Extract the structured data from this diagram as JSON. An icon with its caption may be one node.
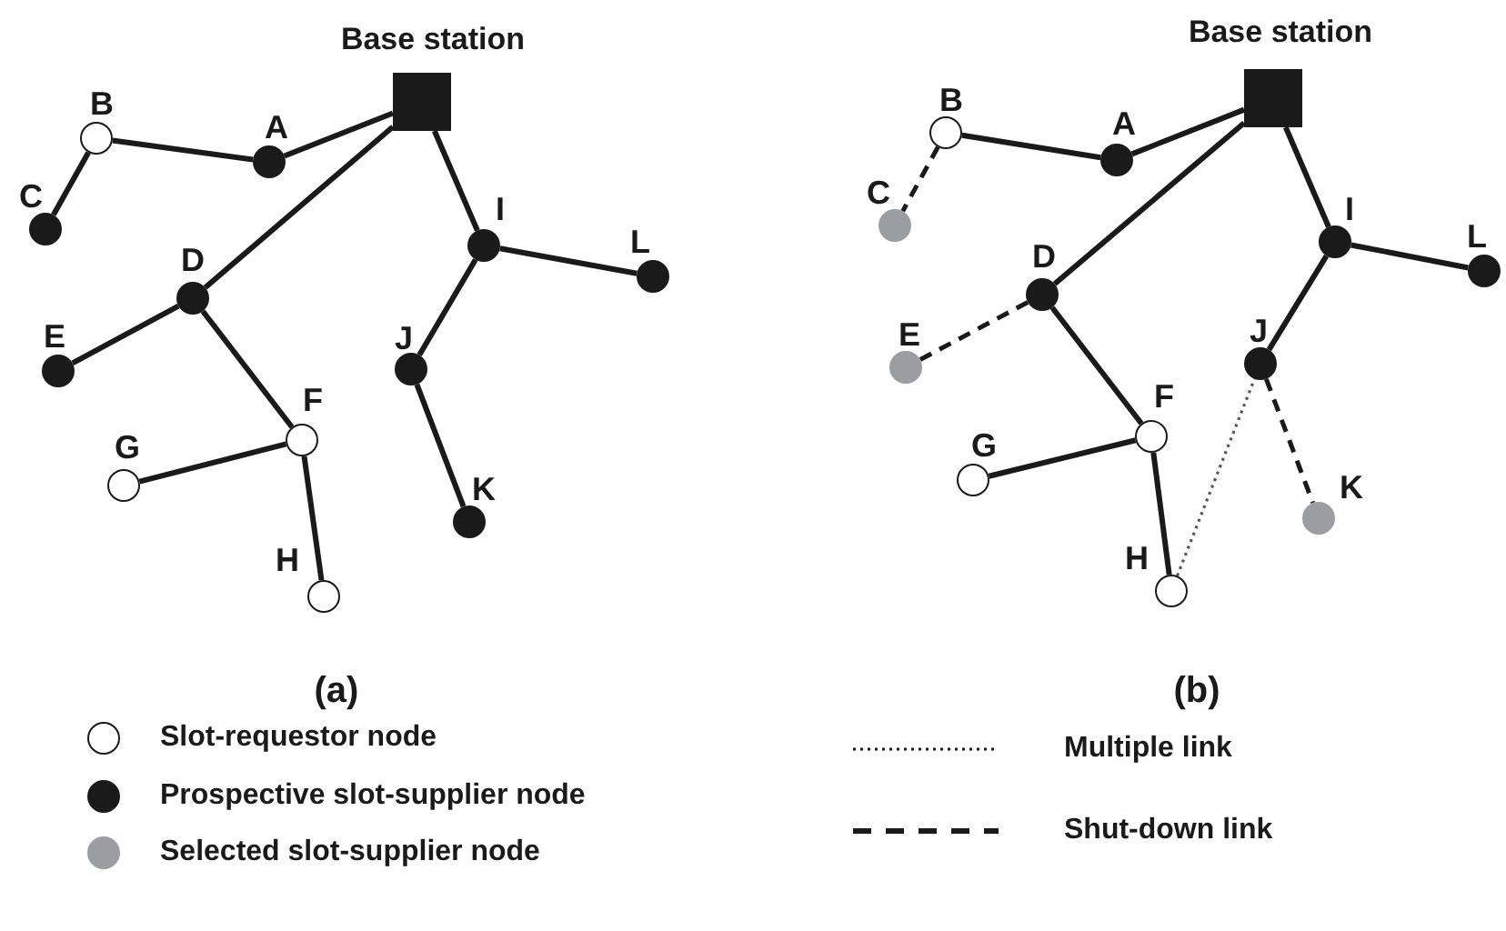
{
  "diagram": {
    "nodes": [
      {
        "text": [
          "Base station"
        ]
      },
      {
        "text": [
          "A"
        ]
      },
      {
        "text": [
          "B"
        ]
      },
      {
        "text": [
          "C"
        ]
      },
      {
        "text": [
          "D"
        ]
      },
      {
        "text": [
          "E"
        ]
      },
      {
        "text": [
          "F"
        ]
      },
      {
        "text": [
          "G"
        ]
      },
      {
        "text": [
          "H"
        ]
      },
      {
        "text": [
          "I"
        ]
      },
      {
        "text": [
          "J"
        ]
      },
      {
        "text": [
          "K"
        ]
      },
      {
        "text": [
          "L"
        ]
      },
      {
        "text": [
          "Base station"
        ]
      },
      {
        "text": [
          "A"
        ]
      },
      {
        "text": [
          "B"
        ]
      },
      {
        "text": [
          "C"
        ]
      },
      {
        "text": [
          "D"
        ]
      },
      {
        "text": [
          "E"
        ]
      },
      {
        "text": [
          "F"
        ]
      },
      {
        "text": [
          "G"
        ]
      },
      {
        "text": [
          "H"
        ]
      },
      {
        "text": [
          "I"
        ]
      },
      {
        "text": [
          "J"
        ]
      },
      {
        "text": [
          "K"
        ]
      },
      {
        "text": [
          "L"
        ]
      }
    ],
    "edges": [
      {
        "from": 0,
        "to": 1,
        "arrow": "none"
      },
      {
        "from": 1,
        "to": 2,
        "arrow": "none"
      },
      {
        "from": 2,
        "to": 3,
        "arrow": "none"
      },
      {
        "from": 0,
        "to": 4,
        "arrow": "none"
      },
      {
        "from": 4,
        "to": 5,
        "arrow": "none"
      },
      {
        "from": 4,
        "to": 6,
        "arrow": "none"
      },
      {
        "from": 6,
        "to": 7,
        "arrow": "none"
      },
      {
        "from": 6,
        "to": 8,
        "arrow": "none"
      },
      {
        "from": 0,
        "to": 9,
        "arrow": "none"
      },
      {
        "from": 9,
        "to": 12,
        "arrow": "none"
      },
      {
        "from": 9,
        "to": 10,
        "arrow": "none"
      },
      {
        "from": 10,
        "to": 11,
        "arrow": "none"
      },
      {
        "from": 13,
        "to": 14,
        "arrow": "none"
      },
      {
        "from": 14,
        "to": 15,
        "arrow": "none"
      },
      {
        "from": 15,
        "to": 16,
        "arrow": "none",
        "style": "dashed"
      },
      {
        "from": 13,
        "to": 17,
        "arrow": "none"
      },
      {
        "from": 17,
        "to": 18,
        "arrow": "none",
        "style": "dashed"
      },
      {
        "from": 17,
        "to": 19,
        "arrow": "none"
      },
      {
        "from": 19,
        "to": 20,
        "arrow": "none"
      },
      {
        "from": 19,
        "to": 21,
        "arrow": "none"
      },
      {
        "from": 13,
        "to": 22,
        "arrow": "none"
      },
      {
        "from": 22,
        "to": 25,
        "arrow": "none"
      },
      {
        "from": 22,
        "to": 23,
        "arrow": "none"
      },
      {
        "from": 23,
        "to": 24,
        "arrow": "none",
        "style": "dashed"
      },
      {
        "from": 21,
        "to": 23,
        "arrow": "none",
        "style": "dashed",
        "color": "#555555"
      }
    ],
    "labels": [
      "(a)",
      "(b)"
    ],
    "legend": [
      {
        "text": "Slot-requestor node",
        "color": "#ffffff"
      },
      {
        "text": "Prospective slot-supplier node",
        "color": "#1a1a1a"
      },
      {
        "text": "Selected slot-supplier node",
        "color": "#9a9ea3"
      },
      {
        "text": "Multiple link"
      },
      {
        "text": "Shut-down link"
      }
    ]
  }
}
